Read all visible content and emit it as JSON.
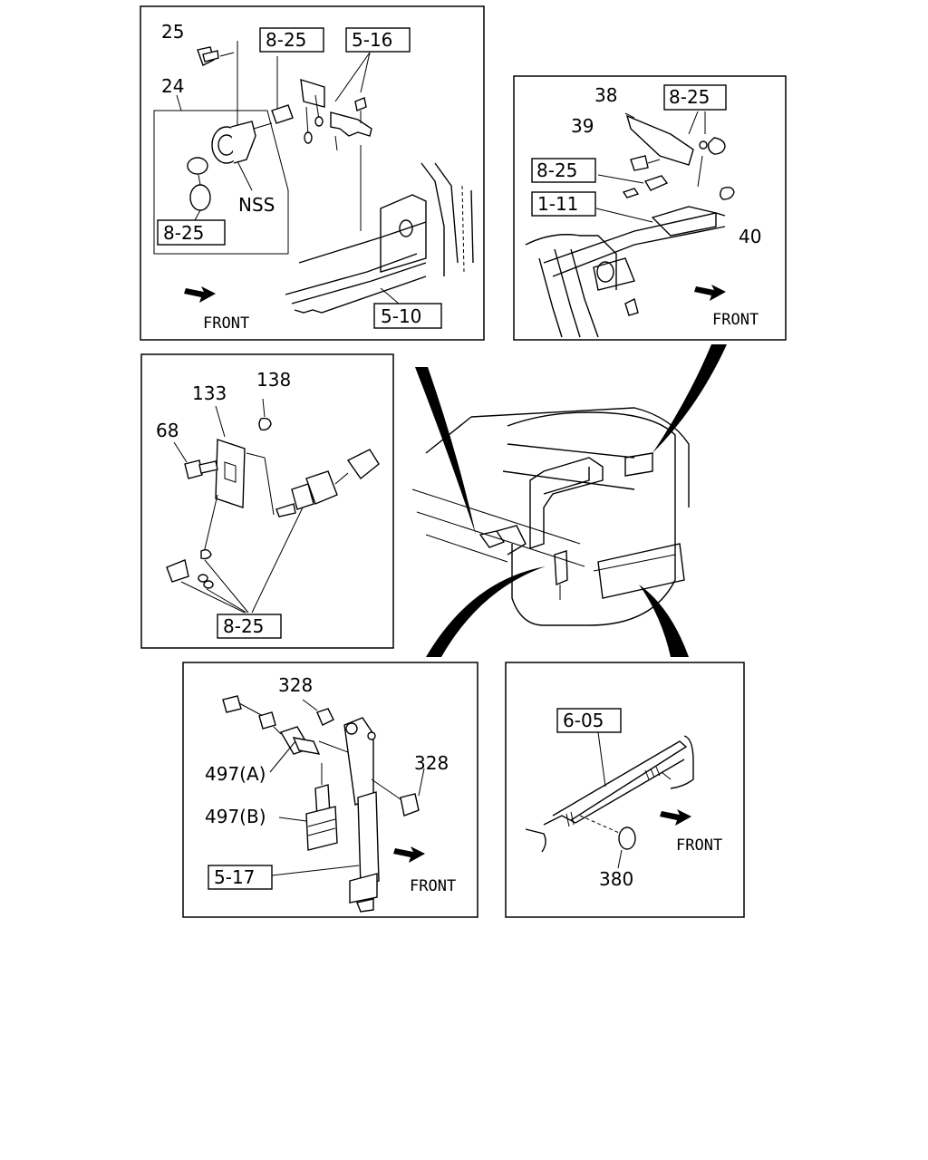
{
  "panels": {
    "top_left": {
      "callouts": [
        "25",
        "24",
        "NSS"
      ],
      "refs": [
        "8-25",
        "5-16",
        "8-25",
        "5-10"
      ],
      "front": "FRONT"
    },
    "top_right": {
      "callouts": [
        "38",
        "39",
        "40"
      ],
      "refs": [
        "8-25",
        "8-25",
        "1-11"
      ],
      "front": "FRONT"
    },
    "middle_left": {
      "callouts": [
        "133",
        "138",
        "68"
      ],
      "refs": [
        "8-25"
      ]
    },
    "bottom_left": {
      "callouts": [
        "328",
        "328",
        "497(A)",
        "497(B)"
      ],
      "refs": [
        "5-17"
      ],
      "front": "FRONT"
    },
    "bottom_right": {
      "callouts": [
        "380"
      ],
      "refs": [
        "6-05"
      ],
      "front": "FRONT"
    }
  }
}
